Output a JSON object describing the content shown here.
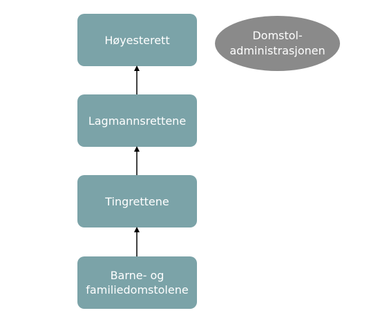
{
  "diagram": {
    "nodes": [
      {
        "id": "hoyesterett",
        "label": "Høyesterett"
      },
      {
        "id": "lagmannsrettene",
        "label": "Lagmannsrettene"
      },
      {
        "id": "tingrettene",
        "label": "Tingrettene"
      },
      {
        "id": "barne",
        "label": "Barne- og\nfamiliedomstolene"
      }
    ],
    "side_node": {
      "label": "Domstol-\nadministrasjonen"
    },
    "edges": [
      {
        "from": "lagmannsrettene",
        "to": "hoyesterett"
      },
      {
        "from": "tingrettene",
        "to": "lagmannsrettene"
      },
      {
        "from": "barne",
        "to": "tingrettene"
      }
    ],
    "colors": {
      "box_fill": "#7ba3a8",
      "ellipse_fill": "#8a8a8a",
      "text": "#ffffff",
      "arrow": "#000000"
    }
  }
}
